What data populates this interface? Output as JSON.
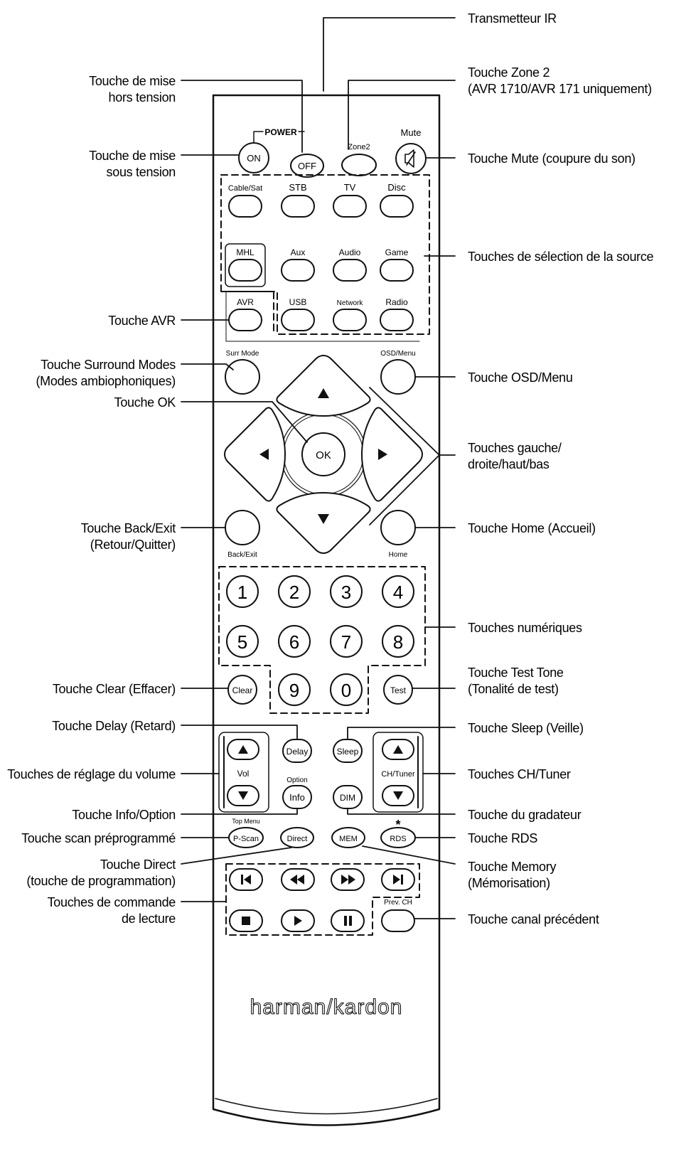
{
  "title_power": "POWER",
  "power_buttons": {
    "on": "ON",
    "off": "OFF",
    "zone2": "Zone2",
    "mute": "Mute"
  },
  "source_buttons": {
    "cable_sat": "Cable/Sat",
    "stb": "STB",
    "tv": "TV",
    "disc": "Disc",
    "mhl": "MHL",
    "aux": "Aux",
    "audio": "Audio",
    "game": "Game",
    "avr": "AVR",
    "usb": "USB",
    "network": "Network",
    "radio": "Radio"
  },
  "nav_buttons": {
    "surr_mode": "Surr Mode",
    "osd_menu": "OSD/Menu",
    "ok": "OK",
    "back_exit": "Back/Exit",
    "home": "Home"
  },
  "digits": [
    "1",
    "2",
    "3",
    "4",
    "5",
    "6",
    "7",
    "8",
    "9",
    "0"
  ],
  "function_buttons": {
    "clear": "Clear",
    "test": "Test",
    "delay": "Delay",
    "sleep": "Sleep",
    "vol": "Vol",
    "ch_tuner": "CH/Tuner",
    "option": "Option",
    "info": "Info",
    "dim": "DIM",
    "top_menu": "Top Menu",
    "p_scan": "P-Scan",
    "direct": "Direct",
    "mem": "MEM",
    "rds": "RDS",
    "rds_star": "*",
    "prev_ch": "Prev. CH"
  },
  "brand": "harman/kardon",
  "callouts_left": {
    "power_off": [
      "Touche de mise",
      "hors tension"
    ],
    "power_on": [
      "Touche de mise",
      "sous tension"
    ],
    "avr": [
      "Touche AVR"
    ],
    "surround": [
      "Touche Surround Modes",
      "(Modes ambiophoniques)"
    ],
    "ok": [
      "Touche OK"
    ],
    "back_exit": [
      "Touche Back/Exit",
      "(Retour/Quitter)"
    ],
    "clear": [
      "Touche Clear (Effacer)"
    ],
    "delay": [
      "Touche Delay (Retard)"
    ],
    "volume": [
      "Touches de réglage du volume"
    ],
    "info": [
      "Touche Info/Option"
    ],
    "pscan": [
      "Touche scan préprogrammé"
    ],
    "direct": [
      "Touche Direct",
      "(touche de programmation)"
    ],
    "transport": [
      "Touches de commande",
      "de lecture"
    ]
  },
  "callouts_right": {
    "ir": [
      "Transmetteur IR"
    ],
    "zone2": [
      "Touche Zone 2",
      "(AVR 1710/AVR 171 uniquement)"
    ],
    "mute": [
      "Touche Mute (coupure du son)"
    ],
    "sources": [
      "Touches de sélection de la source"
    ],
    "osd": [
      "Touche OSD/Menu"
    ],
    "arrows": [
      "Touches gauche/",
      "droite/haut/bas"
    ],
    "home": [
      "Touche Home (Accueil)"
    ],
    "numeric": [
      "Touches numériques"
    ],
    "test": [
      "Touche Test Tone",
      "(Tonalité de test)"
    ],
    "sleep": [
      "Touche Sleep (Veille)"
    ],
    "ch": [
      "Touches CH/Tuner"
    ],
    "dim": [
      "Touche du gradateur"
    ],
    "rds": [
      "Touche RDS"
    ],
    "mem": [
      "Touche Memory",
      "(Mémorisation)"
    ],
    "prev": [
      "Touche canal précédent"
    ]
  }
}
